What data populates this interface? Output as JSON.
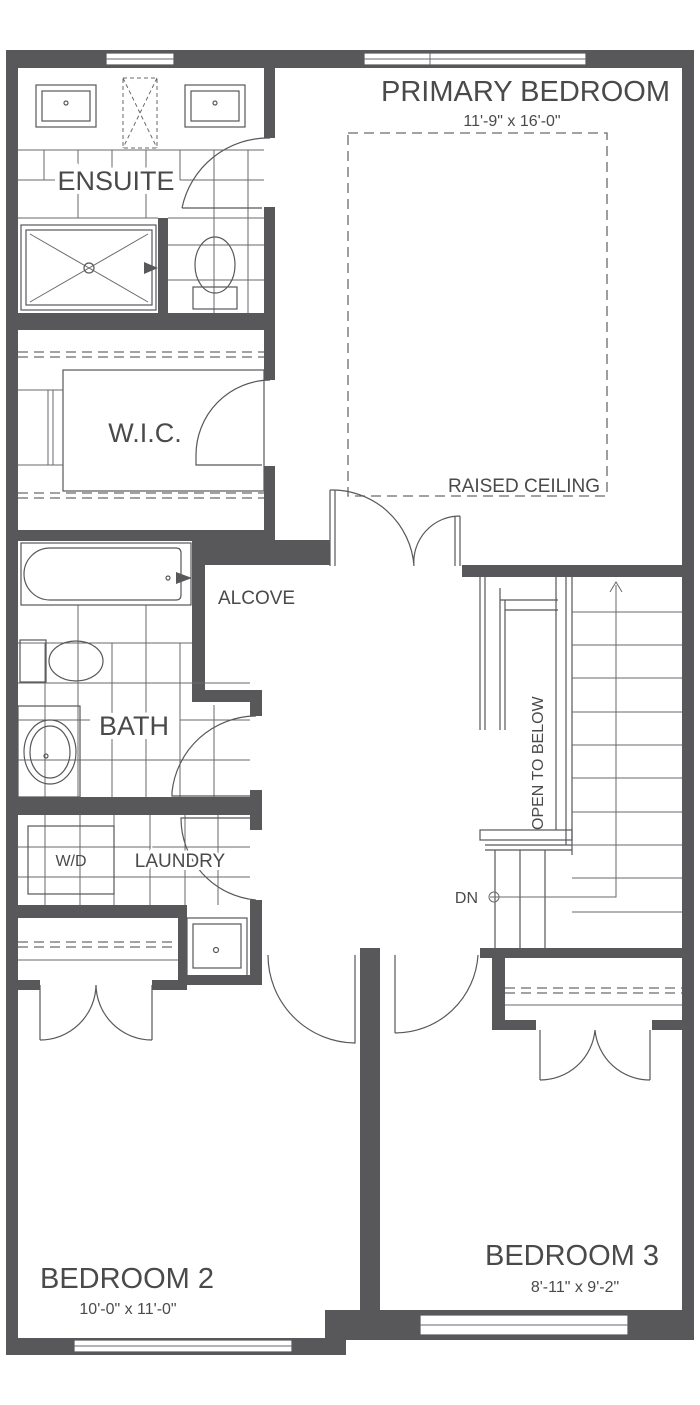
{
  "rooms": {
    "primary_bedroom": {
      "name": "PRIMARY BEDROOM",
      "size": "11'-9\" x 16'-0\"",
      "feature": "RAISED CEILING"
    },
    "ensuite": {
      "name": "ENSUITE"
    },
    "wic": {
      "name": "W.I.C."
    },
    "alcove": {
      "name": "ALCOVE"
    },
    "bath": {
      "name": "BATH"
    },
    "laundry": {
      "name": "LAUNDRY",
      "appliance": "W/D"
    },
    "stairs": {
      "open_label": "OPEN TO BELOW",
      "direction": "DN"
    },
    "bedroom2": {
      "name": "BEDROOM 2",
      "size": "10'-0\" x 11'-0\""
    },
    "bedroom3": {
      "name": "BEDROOM 3",
      "size": "8'-11\" x 9'-2\""
    }
  },
  "colors": {
    "wall": "#58585a",
    "background": "#ffffff"
  }
}
